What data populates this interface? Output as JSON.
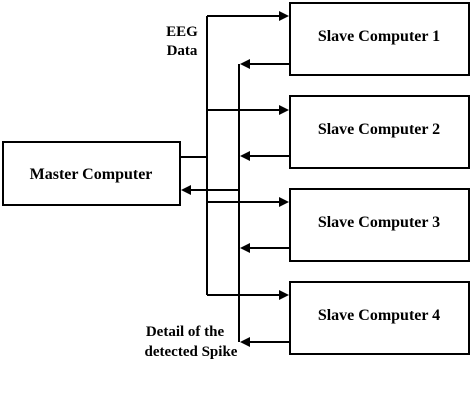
{
  "nodes": {
    "master": "Master Computer",
    "slaves": [
      "Slave Computer 1",
      "Slave Computer 2",
      "Slave Computer 3",
      "Slave Computer 4"
    ]
  },
  "annotations": {
    "eeg_line1": "EEG",
    "eeg_line2": "Data",
    "spike_line1": "Detail of the",
    "spike_line2": "detected Spike"
  }
}
